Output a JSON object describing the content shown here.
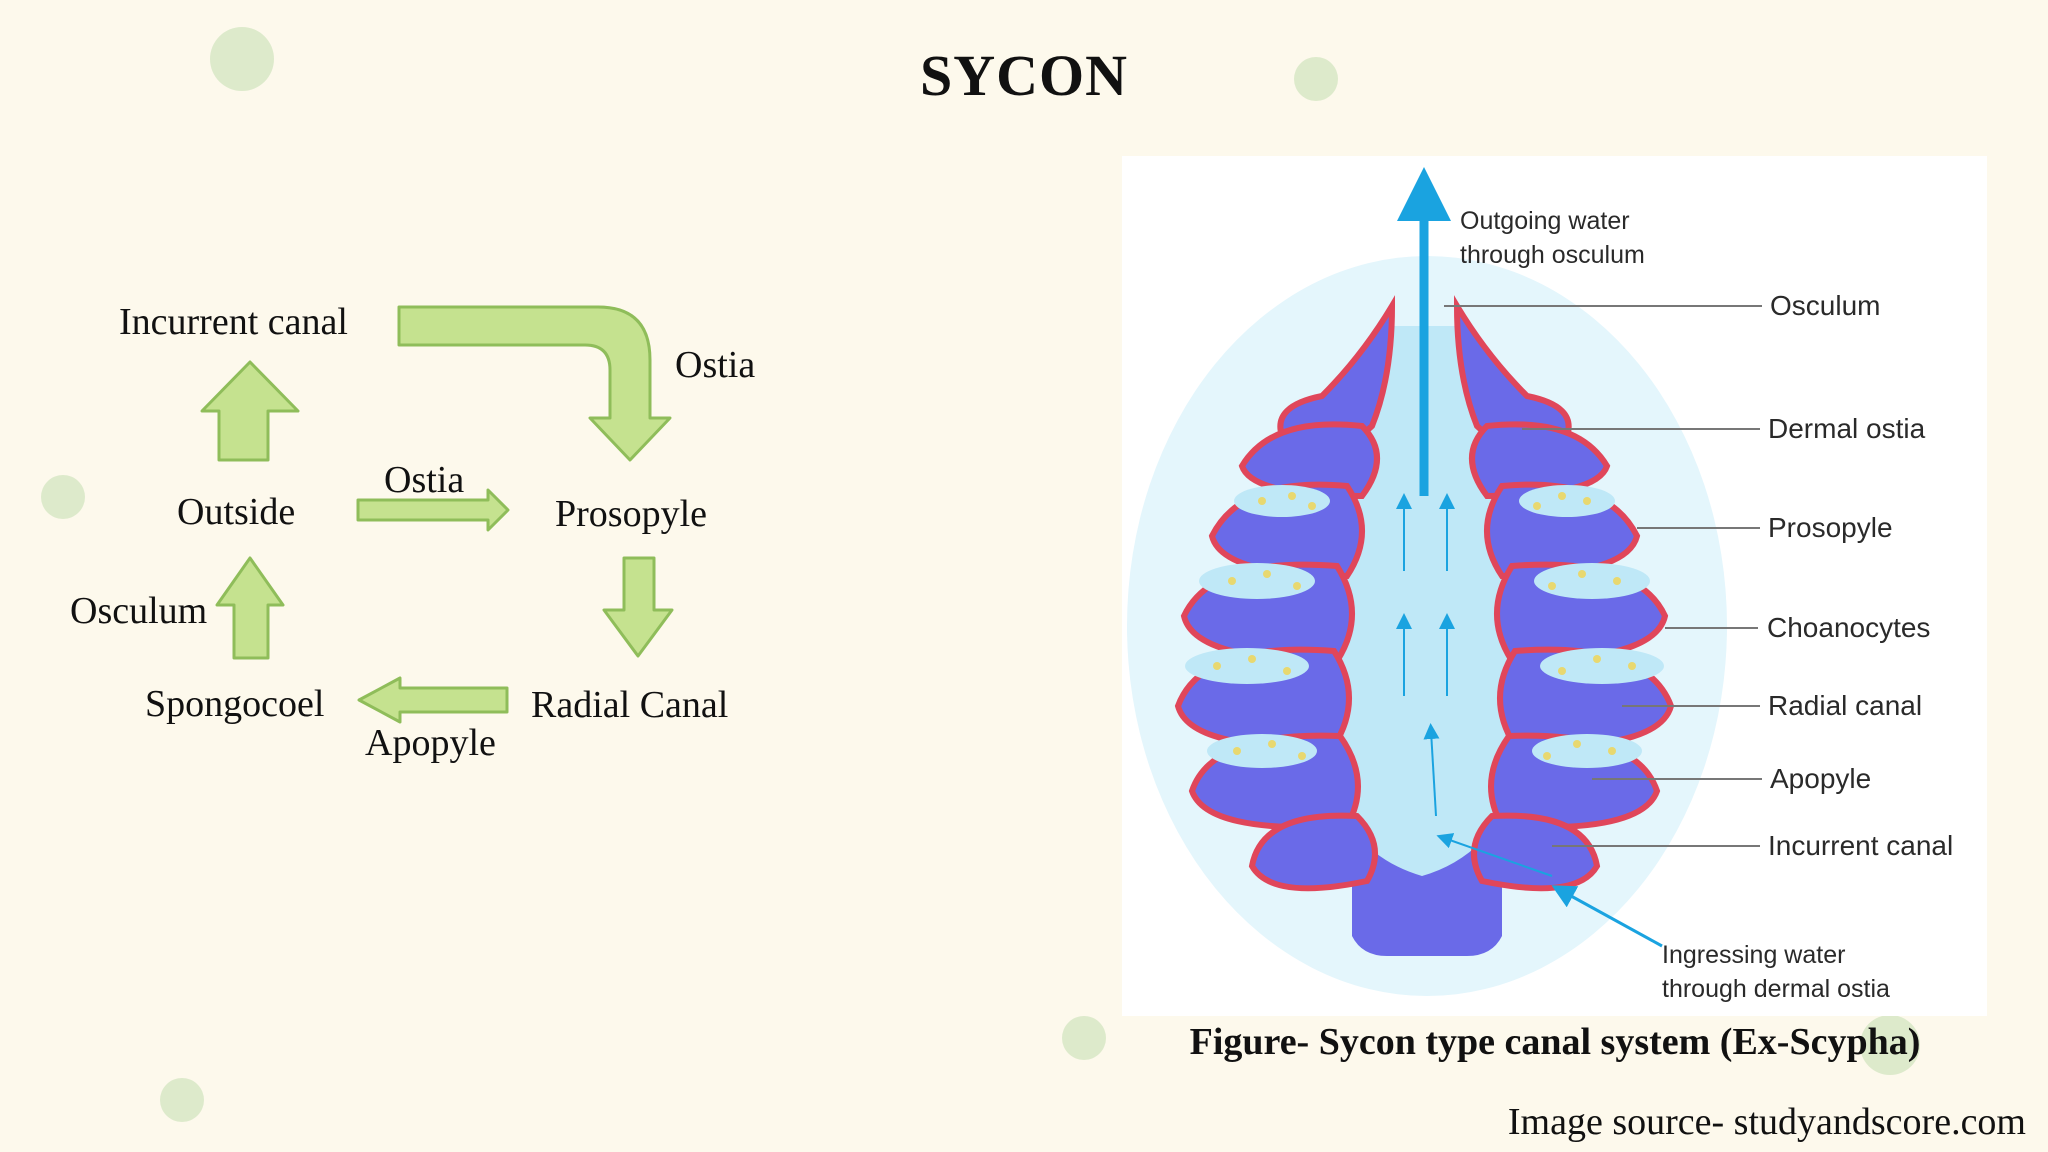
{
  "title": "SYCON",
  "flowchart": {
    "nodes": {
      "incurrent_canal": "Incurrent canal",
      "outside": "Outside",
      "prosopyle": "Prosopyle",
      "spongocoel": "Spongocoel",
      "radial_canal": "Radial Canal"
    },
    "edge_labels": {
      "ostia_top": "Ostia",
      "ostia_middle": "Ostia",
      "osculum": "Osculum",
      "apopyle": "Apopyle"
    },
    "arrow_fill": "#c5e28f",
    "arrow_stroke": "#8fbd5a"
  },
  "figure": {
    "labels": {
      "outgoing_water": "Outgoing water through osculum",
      "osculum": "Osculum",
      "dermal_ostia": "Dermal ostia",
      "prosopyle": "Prosopyle",
      "choanocytes": "Choanocytes",
      "radial_canal": "Radial canal",
      "apopyle": "Apopyle",
      "incurrent_canal": "Incurrent canal",
      "ingressing_water": "Ingressing water through dermal ostia"
    },
    "colors": {
      "body": "#6a6ae8",
      "outer_edge": "#e0465a",
      "water": "#bfe8f7",
      "arrow": "#1aa3e0",
      "choanocyte": "#e8d870"
    }
  },
  "caption": "Figure- Sycon type canal system (Ex-Scypha)",
  "source": "Image source- studyandscore.com"
}
